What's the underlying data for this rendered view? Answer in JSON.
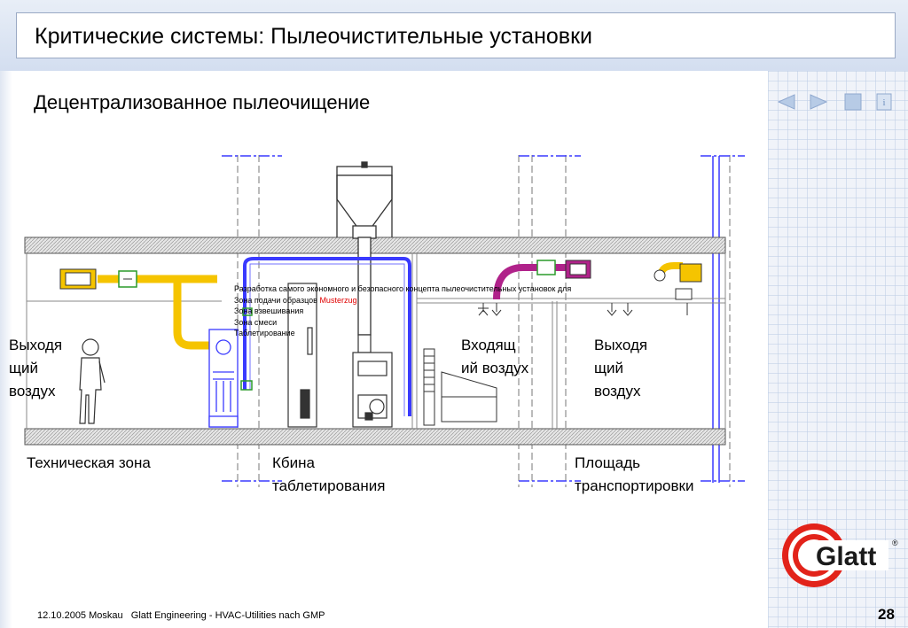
{
  "slide": {
    "title": "Критические системы: Пылеочистительные установки",
    "subtitle": "Децентрализованное пылеочищение"
  },
  "nav": {
    "prev_icon": "triangle-left-icon",
    "next_icon": "triangle-right-icon",
    "home_icon": "square-icon",
    "info_icon": "info-icon",
    "info_glyph": "i"
  },
  "diagram": {
    "labels": {
      "outgoing_air_left": "Выходя щий воздух",
      "incoming_air": "Входящ ий воздух",
      "outgoing_air_right": "Выходя щий воздух",
      "technical_zone": "Техническая зона",
      "tableting_cabin": "Кбина таблетирования",
      "transport_area": "Площадь транспортировки"
    },
    "note_lines": [
      "Разработка самого экономного и безопасного концепта пылеочистительных установок для",
      "Зона подачи образцов",
      "Зона взвешивания",
      "Зона смеси",
      "Таблетирование"
    ],
    "note_highlight": "Musterzug",
    "colors": {
      "duct_yellow": "#f5c400",
      "duct_blue": "#3a3aff",
      "duct_purple": "#b0228a",
      "structure_gray": "#888888",
      "outline_dark": "#222222",
      "highlight_red": "#e00000"
    }
  },
  "logo": {
    "text": "Glatt",
    "registered": "®"
  },
  "footer": {
    "text": "12.10.2005 Moskau   Glatt Engineering - HVAC-Utilities nach GMP",
    "page_number": "28"
  }
}
